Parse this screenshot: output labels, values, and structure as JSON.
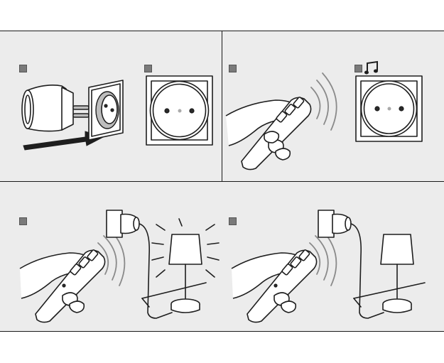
{
  "illustration": {
    "steps": [
      {
        "id": 1,
        "shows": "plug-into-socket"
      },
      {
        "id": 2,
        "shows": "socket-front"
      },
      {
        "id": 3,
        "shows": "remote-pairing"
      },
      {
        "id": 4,
        "shows": "socket-with-tone",
        "icon": "music-note-icon"
      },
      {
        "id": 5,
        "shows": "remote-lamp-on"
      },
      {
        "id": 6,
        "shows": "remote-lamp-off"
      }
    ],
    "colors": {
      "panel": "#ececec",
      "line": "#1a1a1a",
      "marker": "#7a7a7a",
      "signal": "#8a8a8a"
    }
  }
}
